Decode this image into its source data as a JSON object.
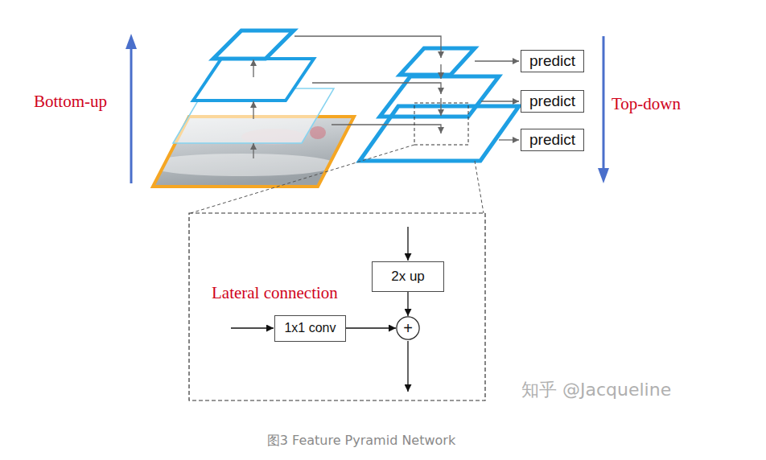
{
  "diagram": {
    "caption": "图3 Feature Pyramid Network",
    "nodes": [
      {
        "text": [
          "predict"
        ]
      },
      {
        "text": [
          "predict"
        ]
      },
      {
        "text": [
          "predict"
        ]
      },
      {
        "text": [
          "2x up"
        ]
      },
      {
        "text": [
          "1x1 conv"
        ]
      },
      {
        "text": [
          "+"
        ]
      }
    ],
    "edges": [
      {
        "from": 3,
        "to": 5,
        "arrow": "to"
      },
      {
        "from": 4,
        "to": 5,
        "arrow": "to"
      }
    ],
    "labels": [
      "Bottom-up",
      "Top-down",
      "Lateral connection",
      "知乎 @Jacqueline"
    ]
  }
}
